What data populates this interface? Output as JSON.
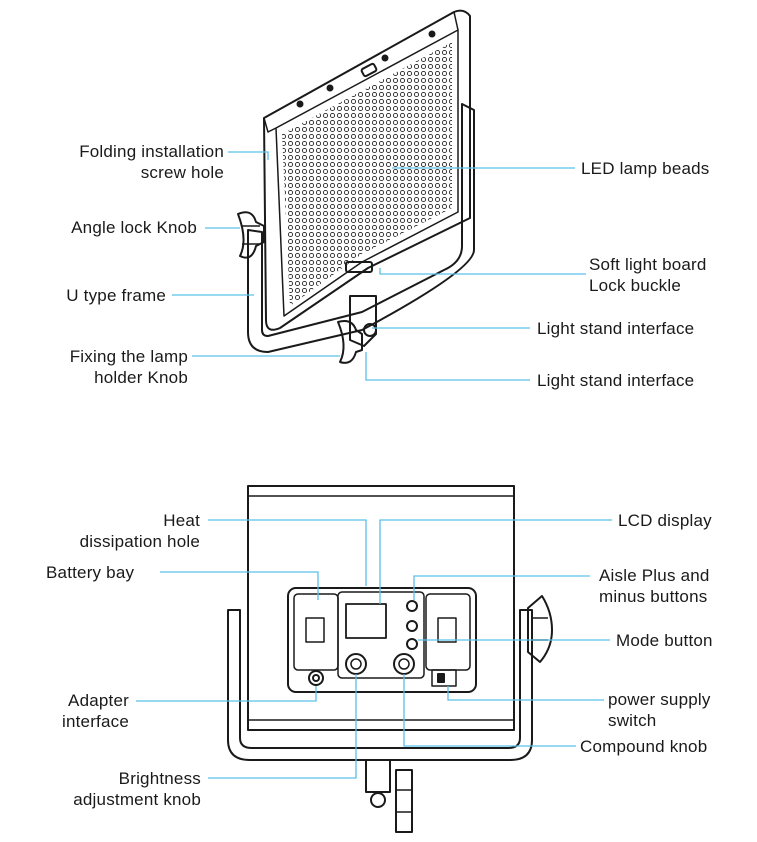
{
  "labels": {
    "folding_screw_hole": "Folding installation\nscrew hole",
    "angle_lock_knob": "Angle lock Knob",
    "u_type_frame": "U type frame",
    "fixing_lamp_holder_knob": "Fixing the lamp\nholder Knob",
    "led_lamp_beads": "LED lamp beads",
    "soft_light_board_buckle": "Soft light board\nLock buckle",
    "light_stand_interface_1": "Light stand interface",
    "light_stand_interface_2": "Light stand interface",
    "heat_dissipation_hole": "Heat\ndissipation hole",
    "battery_bay": "Battery bay",
    "adapter_interface": "Adapter\ninterface",
    "brightness_knob": "Brightness\nadjustment knob",
    "lcd_display": "LCD display",
    "aisle_plus_minus": "Aisle Plus and\nminus buttons",
    "mode_button": "Mode button",
    "power_supply_switch": "power supply\nswitch",
    "compound_knob": "Compound knob"
  },
  "colors": {
    "leader_line": "#5bc0e6",
    "outline": "#1a1a1a",
    "text": "#1a1a1a"
  }
}
